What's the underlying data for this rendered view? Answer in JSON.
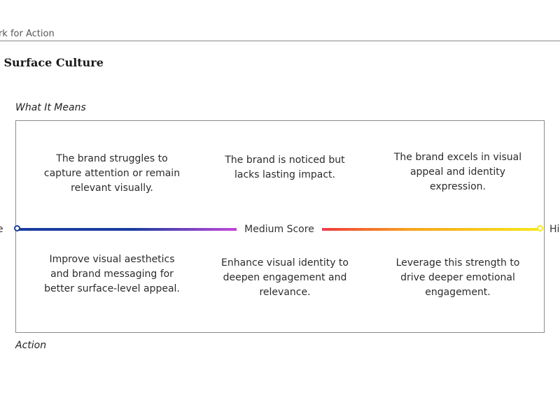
{
  "header": {
    "label": "ork for Action",
    "title": ": Surface Culture"
  },
  "sections": {
    "top": "What It Means",
    "bottom": "Action"
  },
  "scale": {
    "low_label": "e",
    "mid_label": "Medium Score",
    "high_label": "Hi",
    "colors": {
      "low": "#1a3d9e",
      "mid_purple": "#b548d6",
      "mid_pink": "#f0358a",
      "mid_red": "#f0453a",
      "orange": "#f7a21e",
      "high": "#f5e81c"
    }
  },
  "meanings": [
    "The brand struggles to capture attention or remain relevant visually.",
    "The brand is noticed but lacks lasting impact.",
    "The brand excels in visual appeal and identity expression."
  ],
  "actions": [
    "Improve visual aesthetics and brand messaging for better surface-level appeal.",
    "Enhance visual identity to deepen engagement and relevance.",
    "Leverage this strength to drive deeper emotional engagement."
  ]
}
